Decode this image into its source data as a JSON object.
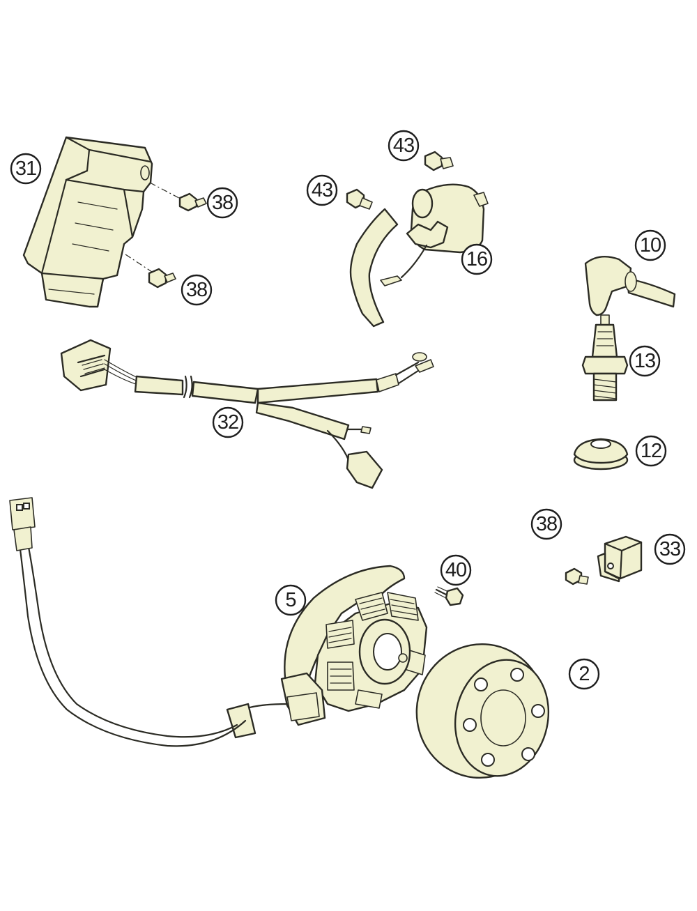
{
  "diagram": {
    "colors": {
      "part_fill": "#f1f1d0",
      "outline": "#2b2b24",
      "background": "#ffffff"
    },
    "callouts": {
      "c31": "31",
      "c38a": "38",
      "c38b": "38",
      "c43a": "43",
      "c43b": "43",
      "c16": "16",
      "c10": "10",
      "c13": "13",
      "c12": "12",
      "c32": "32",
      "c38c": "38",
      "c33": "33",
      "c40": "40",
      "c5": "5",
      "c2": "2"
    }
  }
}
